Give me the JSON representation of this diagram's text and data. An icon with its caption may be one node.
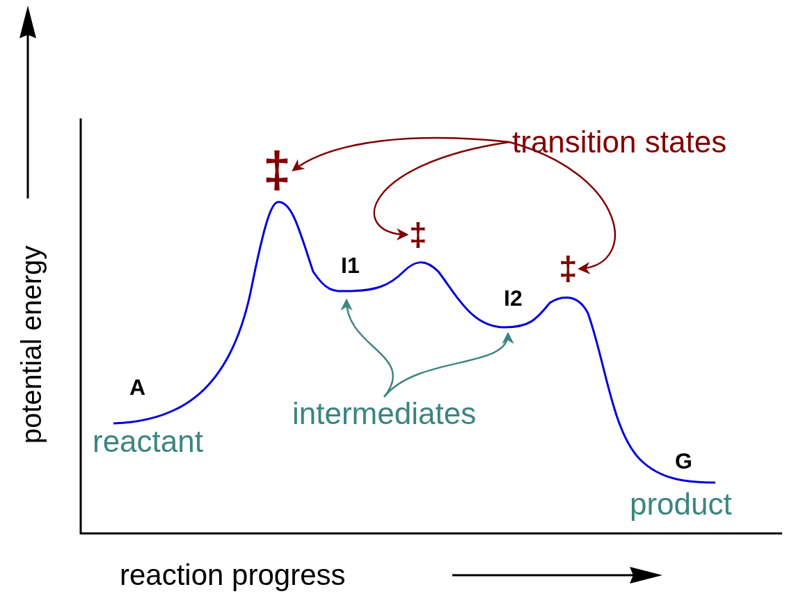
{
  "diagram": {
    "nodes": [
      {
        "text": [
          "transition states"
        ]
      },
      {
        "text": [
          "‡"
        ]
      },
      {
        "text": [
          "‡"
        ]
      },
      {
        "text": [
          "‡"
        ]
      },
      {
        "text": [
          "intermediates"
        ]
      }
    ],
    "edges": [
      {
        "from": 0,
        "to": 1,
        "arrow": "to",
        "color": "#800000"
      },
      {
        "from": 0,
        "to": 2,
        "arrow": "to",
        "color": "#800000"
      },
      {
        "from": 0,
        "to": 3,
        "arrow": "to",
        "color": "#800000"
      },
      {
        "from": 4,
        "to": null,
        "arrow": "to",
        "color": "#3d8580"
      },
      {
        "from": 4,
        "to": null,
        "arrow": "to",
        "color": "#3d8580"
      }
    ],
    "labels": [
      "potential energy",
      "I1",
      "I2",
      "A",
      "reactant",
      "G",
      "product",
      "reaction progress"
    ]
  }
}
